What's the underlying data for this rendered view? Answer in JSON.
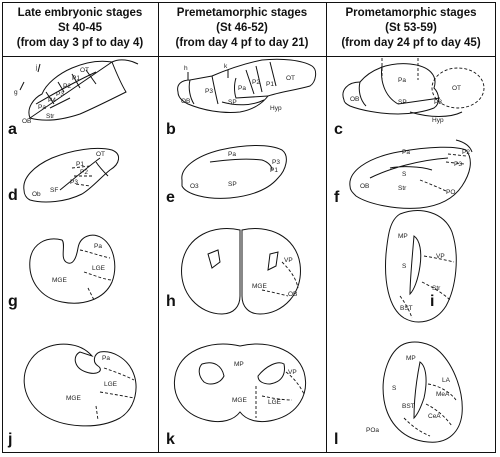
{
  "columns": [
    {
      "title": "Late embryonic stages",
      "stages": "St 40-45",
      "range": "(from day 3 pf to day 4)"
    },
    {
      "title": "Premetamorphic stages",
      "stages": "(St 46-52)",
      "range": "(from day 4 pf to day 21)"
    },
    {
      "title": "Prometamorphic stages",
      "stages": "(St 53-59)",
      "range": "(from day 24 pf to day 45)"
    }
  ],
  "panels": {
    "a": {
      "letter": "a",
      "labels": {
        "ot": "OT",
        "p1": "P1",
        "p2": "P2",
        "p3": "P3",
        "p4": "P4",
        "pa": "Pa",
        "str": "Str",
        "ob": "OB",
        "g": "g",
        "j": "j"
      }
    },
    "b": {
      "letter": "b",
      "labels": {
        "ot": "OT",
        "ob": "OB",
        "p3": "P3",
        "pa": "Pa",
        "p2": "P2",
        "p1": "P1",
        "sp": "SP",
        "hyp": "Hyp",
        "h": "h",
        "k": "k"
      }
    },
    "c": {
      "letter": "c",
      "labels": {
        "ob": "OB",
        "pa": "Pa",
        "sp": "SP",
        "p3": "P3",
        "ot": "OT",
        "hyp": "Hyp"
      }
    },
    "d": {
      "letter": "d",
      "labels": {
        "ot": "OT",
        "p1": "P1",
        "p2": "P2",
        "p3": "P3",
        "sf": "SF",
        "ob": "Ob"
      }
    },
    "e": {
      "letter": "e",
      "labels": {
        "pa": "Pa",
        "p3": "P3",
        "p1": "P1",
        "sp": "SP",
        "ob": "O3"
      }
    },
    "f": {
      "letter": "f",
      "labels": {
        "pa": "Pa",
        "p2": "P2",
        "p3": "P3",
        "s": "S",
        "ob": "OB",
        "str": "Str",
        "po": "PO"
      }
    },
    "g": {
      "letter": "g",
      "labels": {
        "pa": "Pa",
        "lge": "LGE",
        "mge": "MGE"
      }
    },
    "h": {
      "letter": "h",
      "labels": {
        "vp": "VP",
        "mge": "MGE",
        "ob": "OB"
      }
    },
    "i": {
      "letter": "i",
      "labels": {
        "mp": "MP",
        "s": "S",
        "vp": "VP",
        "str": "Str",
        "bst": "BST"
      }
    },
    "j": {
      "letter": "j",
      "labels": {
        "pa": "Pa",
        "lge": "LGE",
        "mge": "MGE"
      }
    },
    "k": {
      "letter": "k",
      "labels": {
        "mp": "MP",
        "vp": "VP",
        "mge": "MGE",
        "lge": "LGE"
      }
    },
    "l": {
      "letter": "l",
      "labels": {
        "mp": "MP",
        "la": "LA",
        "s": "S",
        "mea": "MeA",
        "bst": "BST",
        "cea": "CeA",
        "poa": "POa"
      }
    }
  }
}
